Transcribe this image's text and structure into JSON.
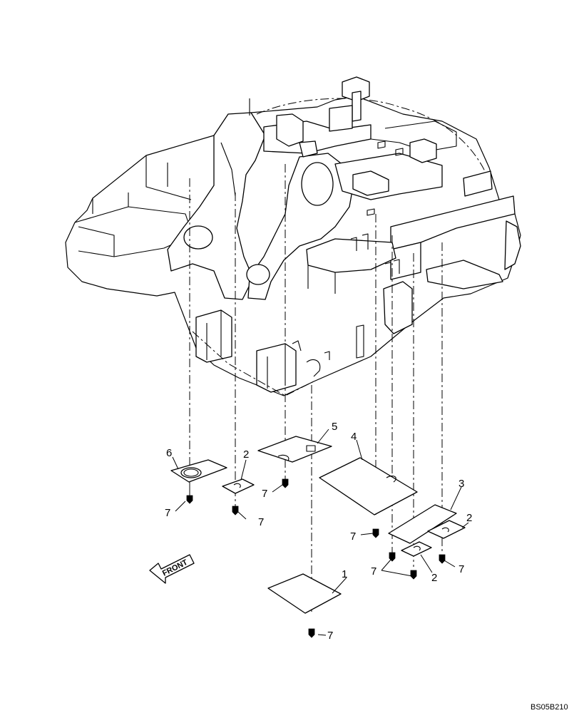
{
  "callouts": {
    "c1": "1",
    "c2a": "2",
    "c2b": "2",
    "c2c": "2",
    "c3": "3",
    "c4": "4",
    "c5": "5",
    "c6": "6",
    "c7a": "7",
    "c7b": "7",
    "c7c": "7",
    "c7d": "7",
    "c7e": "7",
    "c7f": "7",
    "c7g": "7"
  },
  "front_label": "FRONT",
  "drawing_code": "BS05B210"
}
